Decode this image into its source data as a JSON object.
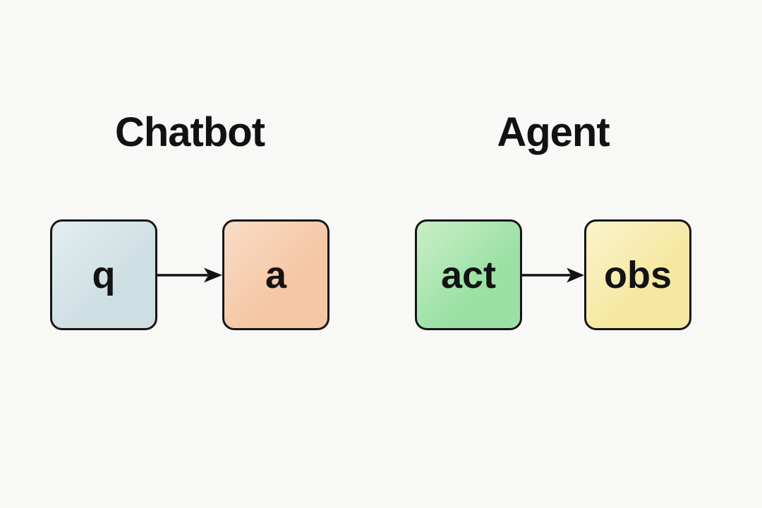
{
  "page": {
    "background_color": "#f8f8f6",
    "text_color": "#131313",
    "border_color": "#161616",
    "arrow_color": "#131313"
  },
  "diagram": {
    "groups": [
      {
        "title": "Chatbot",
        "nodes": [
          {
            "label": "q",
            "fill": "#cedfe3",
            "highlight": "#e3eef0"
          },
          {
            "label": "a",
            "fill": "#f5c7a5",
            "highlight": "#f9dcc6"
          }
        ],
        "connector": "arrow-right"
      },
      {
        "title": "Agent",
        "nodes": [
          {
            "label": "act",
            "fill": "#9be1a6",
            "highlight": "#c9efc6"
          },
          {
            "label": "obs",
            "fill": "#f6e8a1",
            "highlight": "#fbf3cd"
          }
        ],
        "connector": "arrow-right"
      }
    ]
  }
}
